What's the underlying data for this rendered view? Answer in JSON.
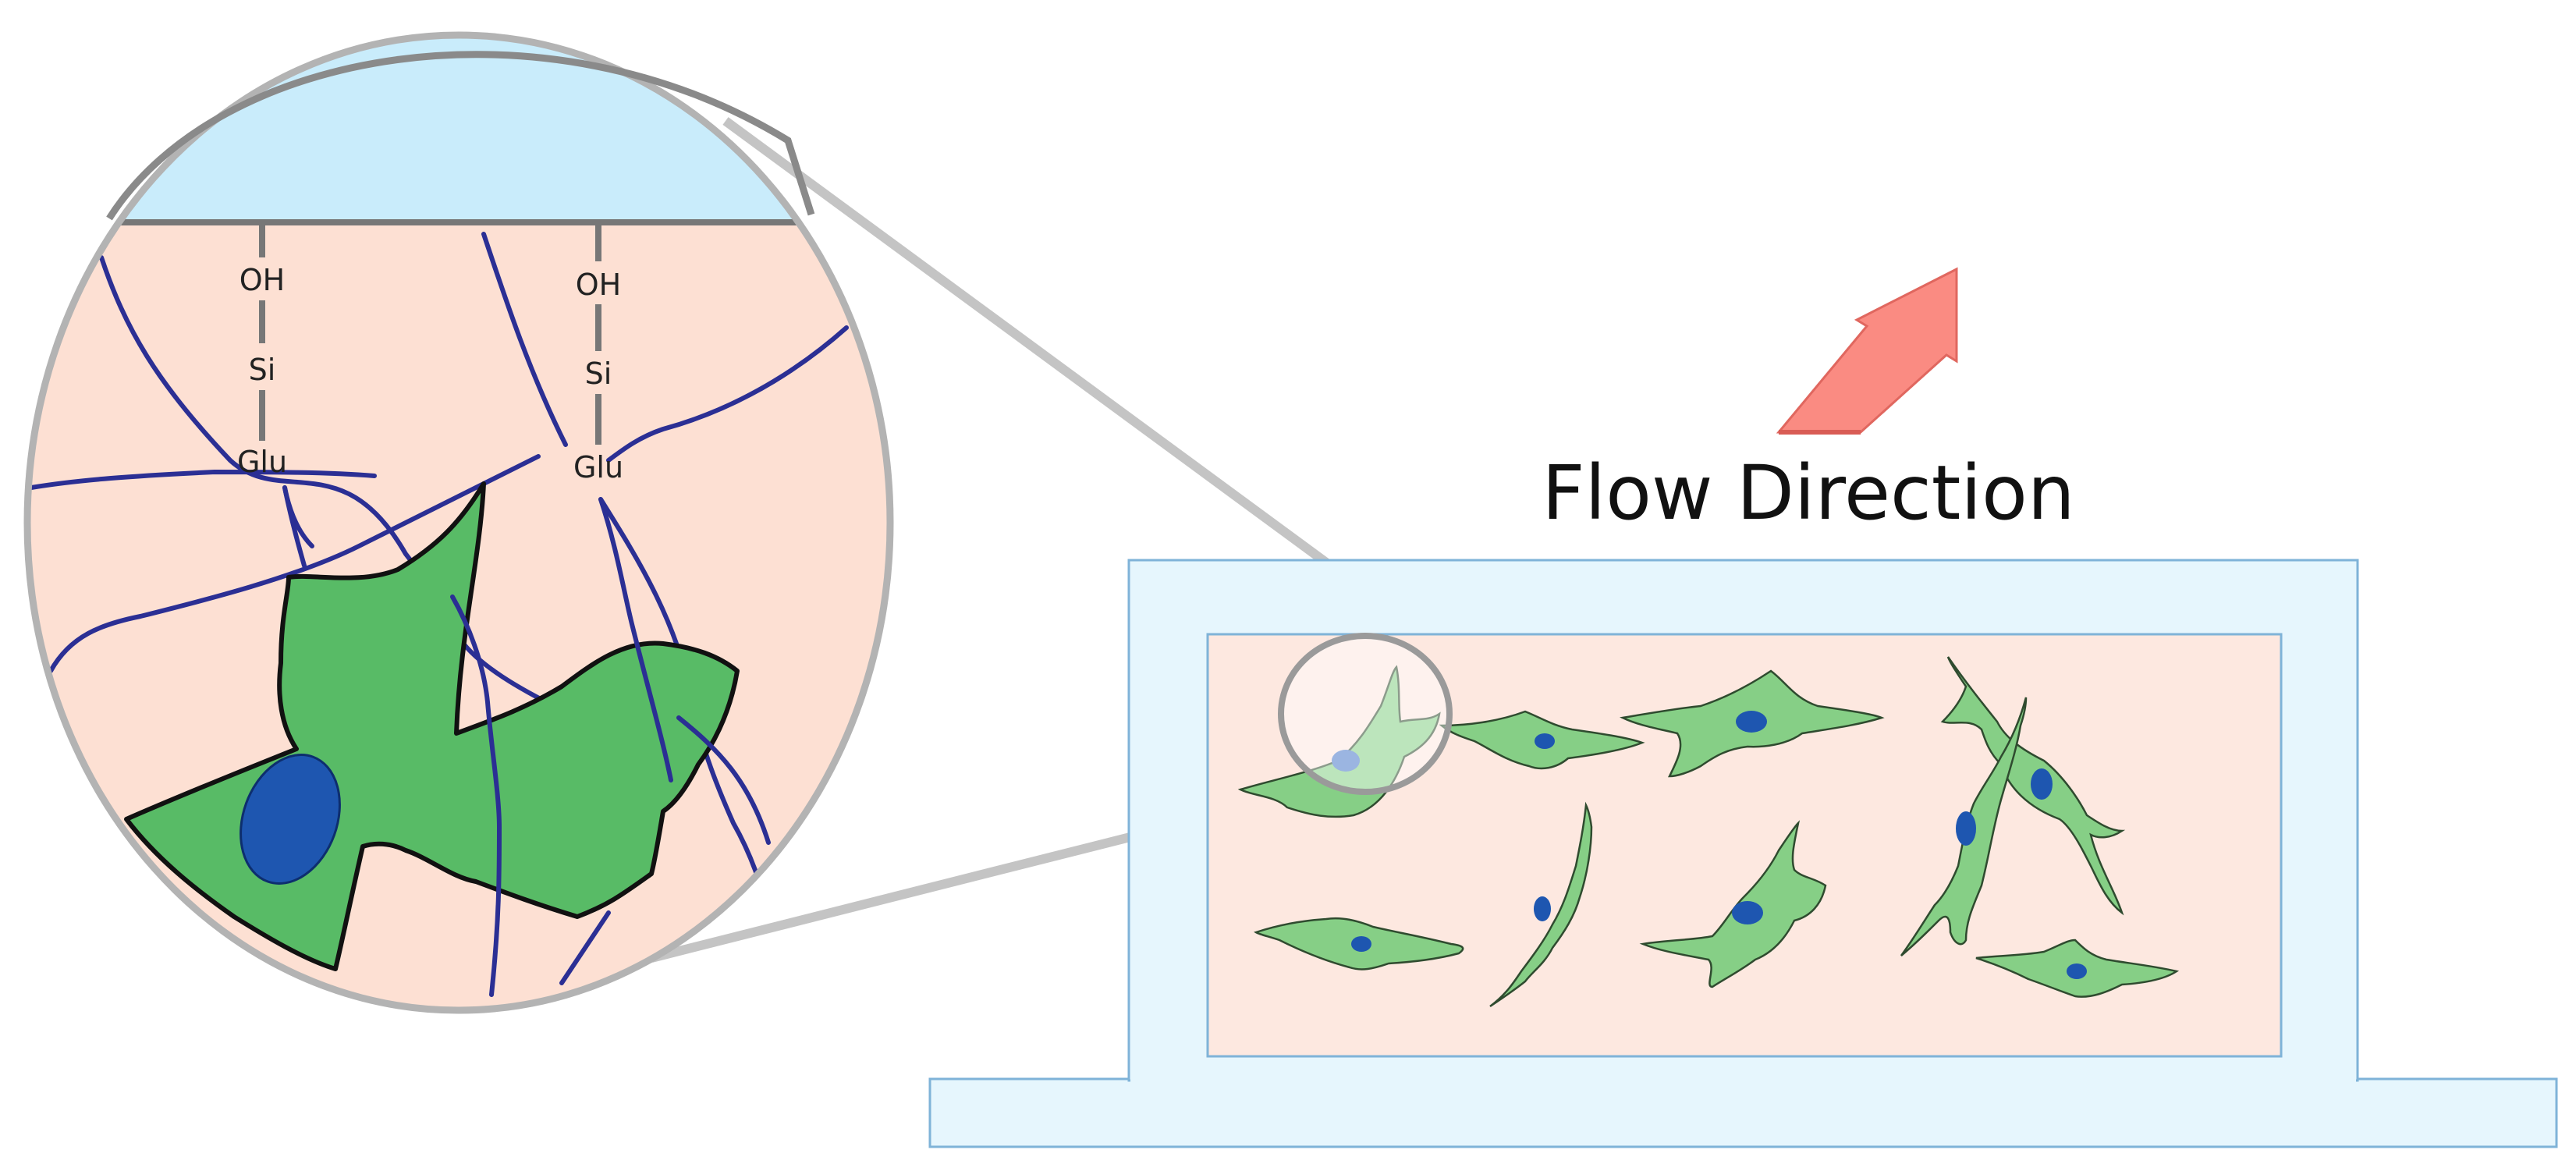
{
  "labels": {
    "flow_direction": "Flow Direction",
    "left_chain": {
      "oh": "OH",
      "si": "Si",
      "glu": "Glu"
    },
    "right_chain": {
      "oh": "OH",
      "si": "Si",
      "glu": "Glu"
    }
  },
  "colors": {
    "glass": "#c9ecfb",
    "chamber_frame": "#e6f6fd",
    "chamber_border": "#7fb3d8",
    "medium": "#fde8e0",
    "zoom_background": "#fde0d3",
    "zoom_rim": "#9a9a9a",
    "cell_fill": "#58bb66",
    "cell_fill_light": "#86cf86",
    "nucleus": "#1e56b0",
    "fiber": "#2b2f94",
    "linker": "#777777",
    "arrow": "#fa8b82"
  },
  "icons": {
    "flow_arrow": "arrow-up-right-icon"
  }
}
